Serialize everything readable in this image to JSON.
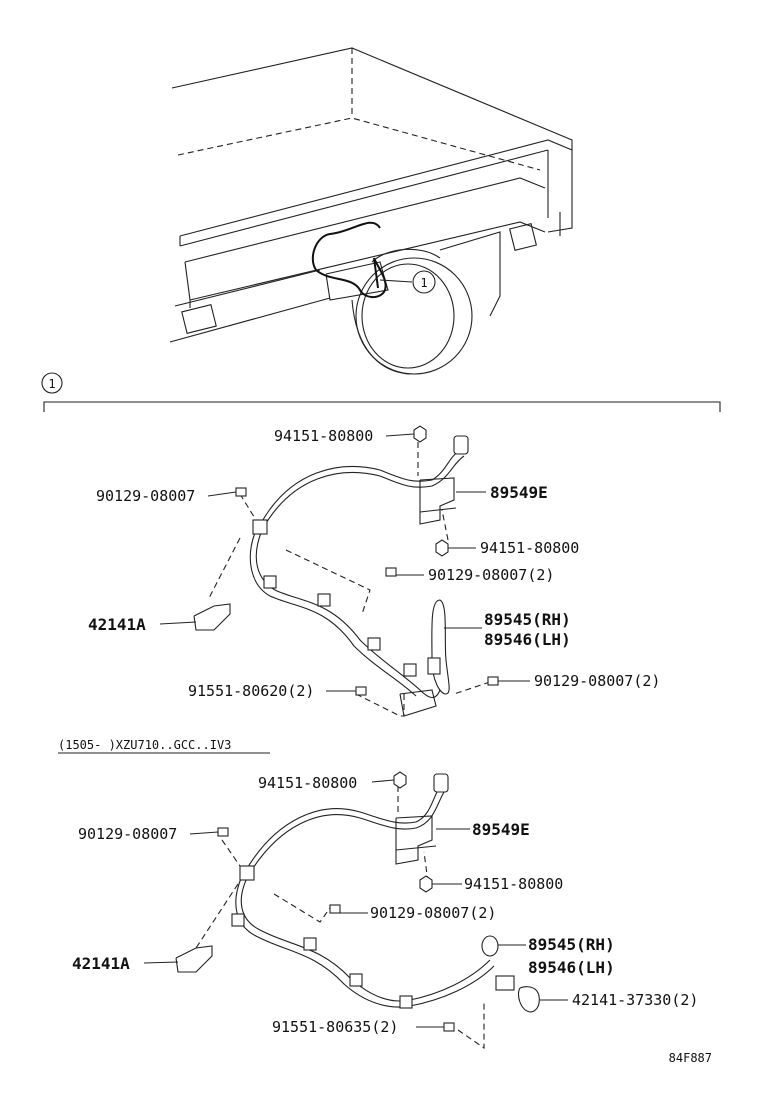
{
  "callout_number": "1",
  "section_marker": "1",
  "variant_caption": "(1505-    )XZU710..GCC..IV3",
  "image_code": "84F887",
  "upper_assembly": {
    "labels": {
      "nut_top": "94151-80800",
      "bolt_left": "90129-08007",
      "bracket_right": "89549E",
      "nut_right": "94151-80800",
      "bolt_mid": "90129-08007(2)",
      "clamp_left": "42141A",
      "sensor_rh": "89545(RH)",
      "sensor_lh": "89546(LH)",
      "bolt_lower_right": "90129-08007(2)",
      "bolt_lower_left": "91551-80620(2)"
    }
  },
  "lower_assembly": {
    "labels": {
      "nut_top": "94151-80800",
      "bolt_left": "90129-08007",
      "bracket_right": "89549E",
      "nut_right": "94151-80800",
      "bolt_mid": "90129-08007(2)",
      "clamp_left": "42141A",
      "sensor_rh": "89545(RH)",
      "sensor_lh": "89546(LH)",
      "clip_right": "42141-37330(2)",
      "bolt_lower_left": "91551-80635(2)"
    }
  }
}
